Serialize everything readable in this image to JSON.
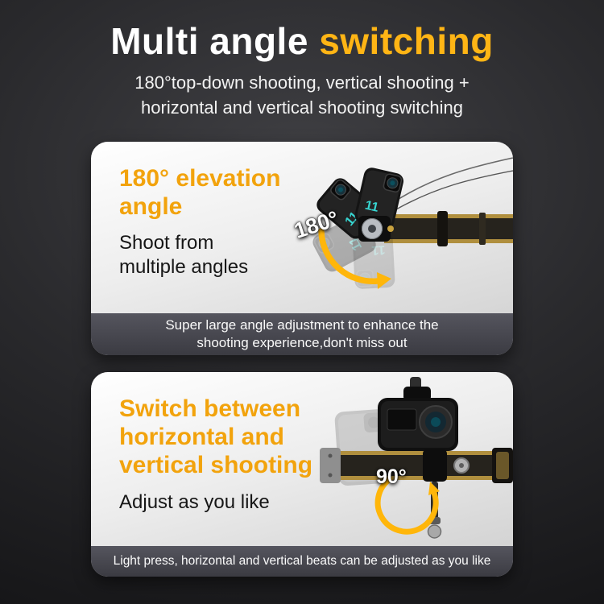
{
  "colors": {
    "accent_yellow": "#ffb515",
    "heading_orange": "#f2a30d",
    "camera_teal": "#37d6d2",
    "card_caption_bg": "#46464e",
    "strap_gold": "#b08f3e"
  },
  "header": {
    "title_white": "Multi angle ",
    "title_accent": "switching",
    "subtitle_line1": "180°top-down shooting, vertical shooting +",
    "subtitle_line2": "horizontal and vertical shooting switching"
  },
  "card1": {
    "heading": "180° elevation angle",
    "body": "Shoot from multiple angles",
    "angle_label": "180°",
    "camera_model_label": "11",
    "caption_line1": "Super large angle adjustment to enhance the",
    "caption_line2": "shooting experience,don't miss out"
  },
  "card2": {
    "heading": "Switch between horizontal and vertical shooting",
    "body": "Adjust as you like",
    "angle_label": "90°",
    "caption": "Light press, horizontal and vertical beats can be adjusted as you like"
  }
}
